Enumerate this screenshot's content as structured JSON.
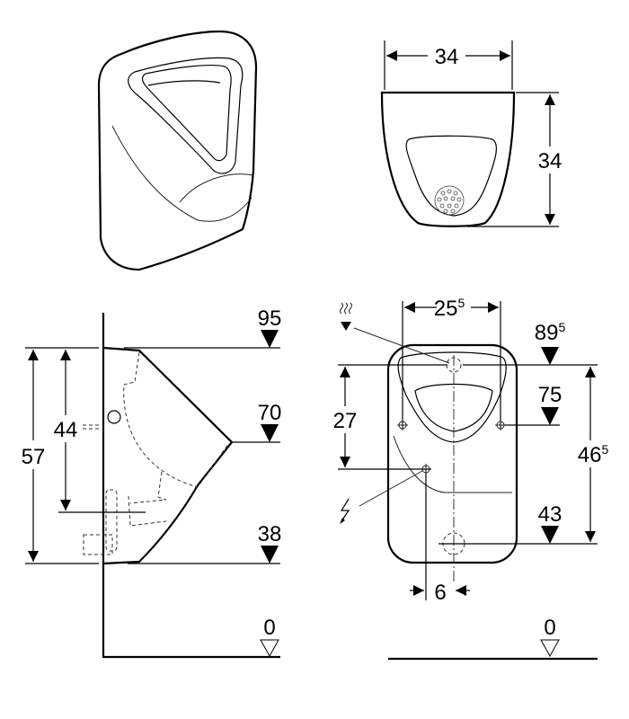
{
  "top_front_view": {
    "width_label": "34",
    "depth_label": "34"
  },
  "side_view": {
    "levels": [
      "95",
      "70",
      "38",
      "0"
    ],
    "dim_total_height": "57",
    "dim_outlet_height": "44"
  },
  "front_view": {
    "dim_bracket_spacing": {
      "main": "25",
      "sup": "5"
    },
    "levels": [
      {
        "main": "89",
        "sup": "5"
      },
      {
        "main": "75",
        "sup": ""
      },
      {
        "main": "43",
        "sup": ""
      },
      {
        "main": "0",
        "sup": ""
      }
    ],
    "dim_water_to_power": "27",
    "dim_inlet_to_outlet": {
      "main": "46",
      "sup": "5"
    },
    "dim_power_offset": "6",
    "icons": [
      "water-supply-icon",
      "electrical-power-icon"
    ]
  }
}
